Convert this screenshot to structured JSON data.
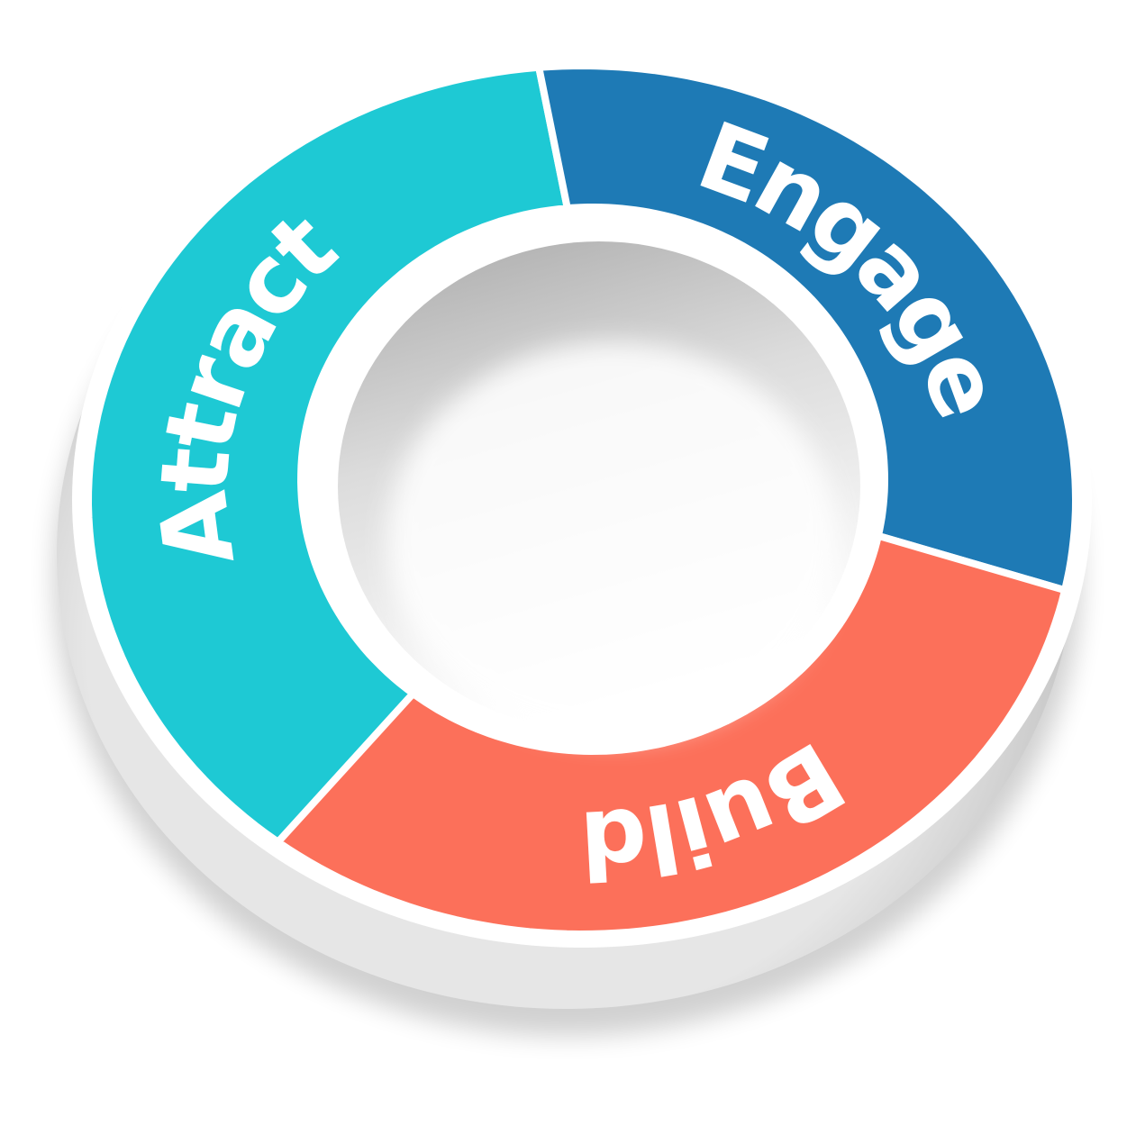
{
  "diagram": {
    "type": "cycle-ring",
    "segments": [
      {
        "label": "Attract",
        "color": "#1EC9D4",
        "start_deg": 128,
        "end_deg": 265
      },
      {
        "label": "Engage",
        "color": "#1E7AB5",
        "start_deg": 265,
        "end_deg": 372
      },
      {
        "label": "Build",
        "color": "#FC705A",
        "start_deg": 12,
        "end_deg": 128
      }
    ],
    "ring_colors": {
      "face": "#ffffff",
      "side": "#cfcfcf",
      "hole": "#bdbdbd"
    }
  }
}
